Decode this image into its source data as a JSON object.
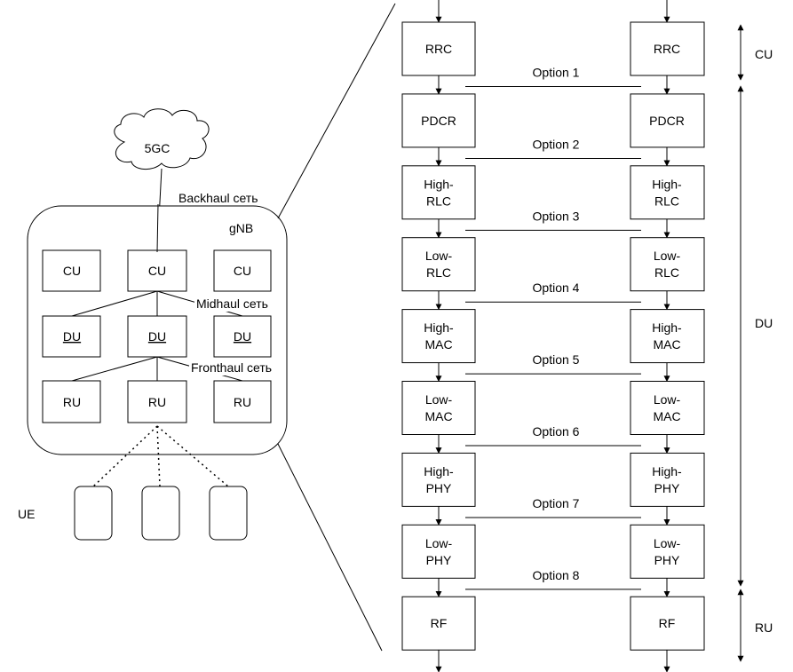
{
  "left": {
    "cloud_label": "5GC",
    "backhaul_label": "Backhaul сеть",
    "gnb_label": "gNB",
    "cu_labels": [
      "CU",
      "CU",
      "CU"
    ],
    "du_labels": [
      "DU",
      "DU",
      "DU"
    ],
    "ru_labels": [
      "RU",
      "RU",
      "RU"
    ],
    "midhaul_label": "Midhaul сеть",
    "fronthaul_label": "Fronthaul сеть",
    "ue_label": "UE"
  },
  "stack": {
    "layers": [
      [
        "RRC"
      ],
      [
        "PDCR"
      ],
      [
        "High-",
        "RLC"
      ],
      [
        "Low-",
        "RLC"
      ],
      [
        "High-",
        "MAC"
      ],
      [
        "Low-",
        "MAC"
      ],
      [
        "High-",
        "PHY"
      ],
      [
        "Low-",
        "PHY"
      ],
      [
        "RF"
      ]
    ],
    "options": [
      "Option 1",
      "Option 2",
      "Option 3",
      "Option 4",
      "Option 5",
      "Option 6",
      "Option 7",
      "Option 8"
    ]
  },
  "brackets": {
    "cu": "CU",
    "du": "DU",
    "ru": "RU"
  }
}
